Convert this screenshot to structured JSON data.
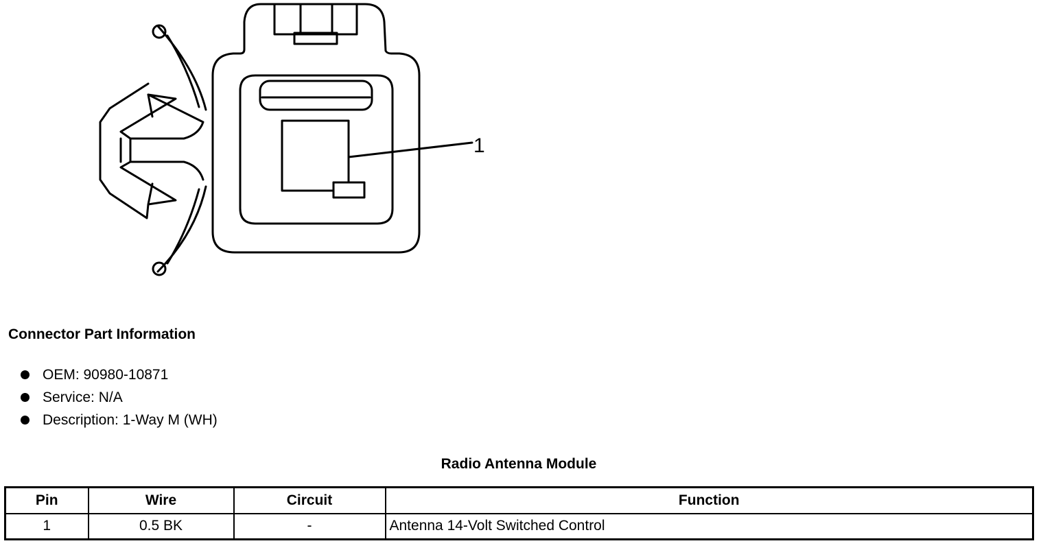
{
  "diagram": {
    "callout_label": "1"
  },
  "connector_info": {
    "heading": "Connector Part Information",
    "items": [
      "OEM: 90980-10871",
      "Service: N/A",
      "Description: 1-Way M (WH)"
    ]
  },
  "table": {
    "title": "Radio Antenna Module",
    "headers": {
      "pin": "Pin",
      "wire": "Wire",
      "circuit": "Circuit",
      "function": "Function"
    },
    "rows": [
      {
        "pin": "1",
        "wire": "0.5 BK",
        "circuit": "-",
        "function": "Antenna 14-Volt Switched Control"
      }
    ]
  }
}
